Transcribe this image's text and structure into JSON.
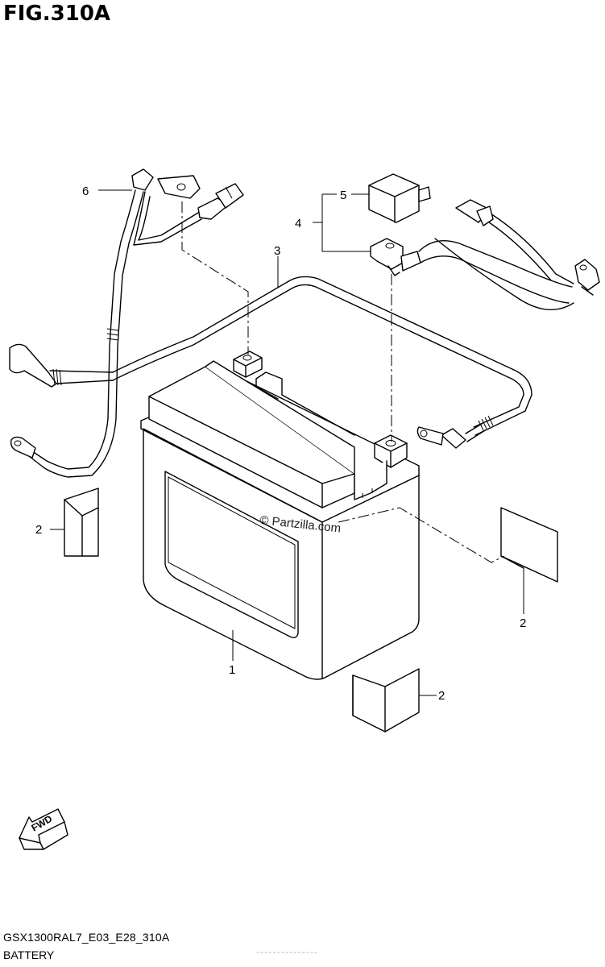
{
  "figure": {
    "title": "FIG.310A",
    "code": "GSX1300RAL7_E03_E28_310A",
    "name": "BATTERY"
  },
  "callouts": {
    "battery": "1",
    "pad_left": "2",
    "pad_right": "2",
    "pad_bottom": "2",
    "harness": "3",
    "terminal_set": "4",
    "terminal_cap": "5",
    "starter_relay_lead": "6"
  },
  "watermark": "© Partzilla.com",
  "direction_arrow": "FWD",
  "fine_print": "~ ~ ~ ~ ~ ~ ~ ~ ~ ~ ~ ~ ~ ~ ~"
}
